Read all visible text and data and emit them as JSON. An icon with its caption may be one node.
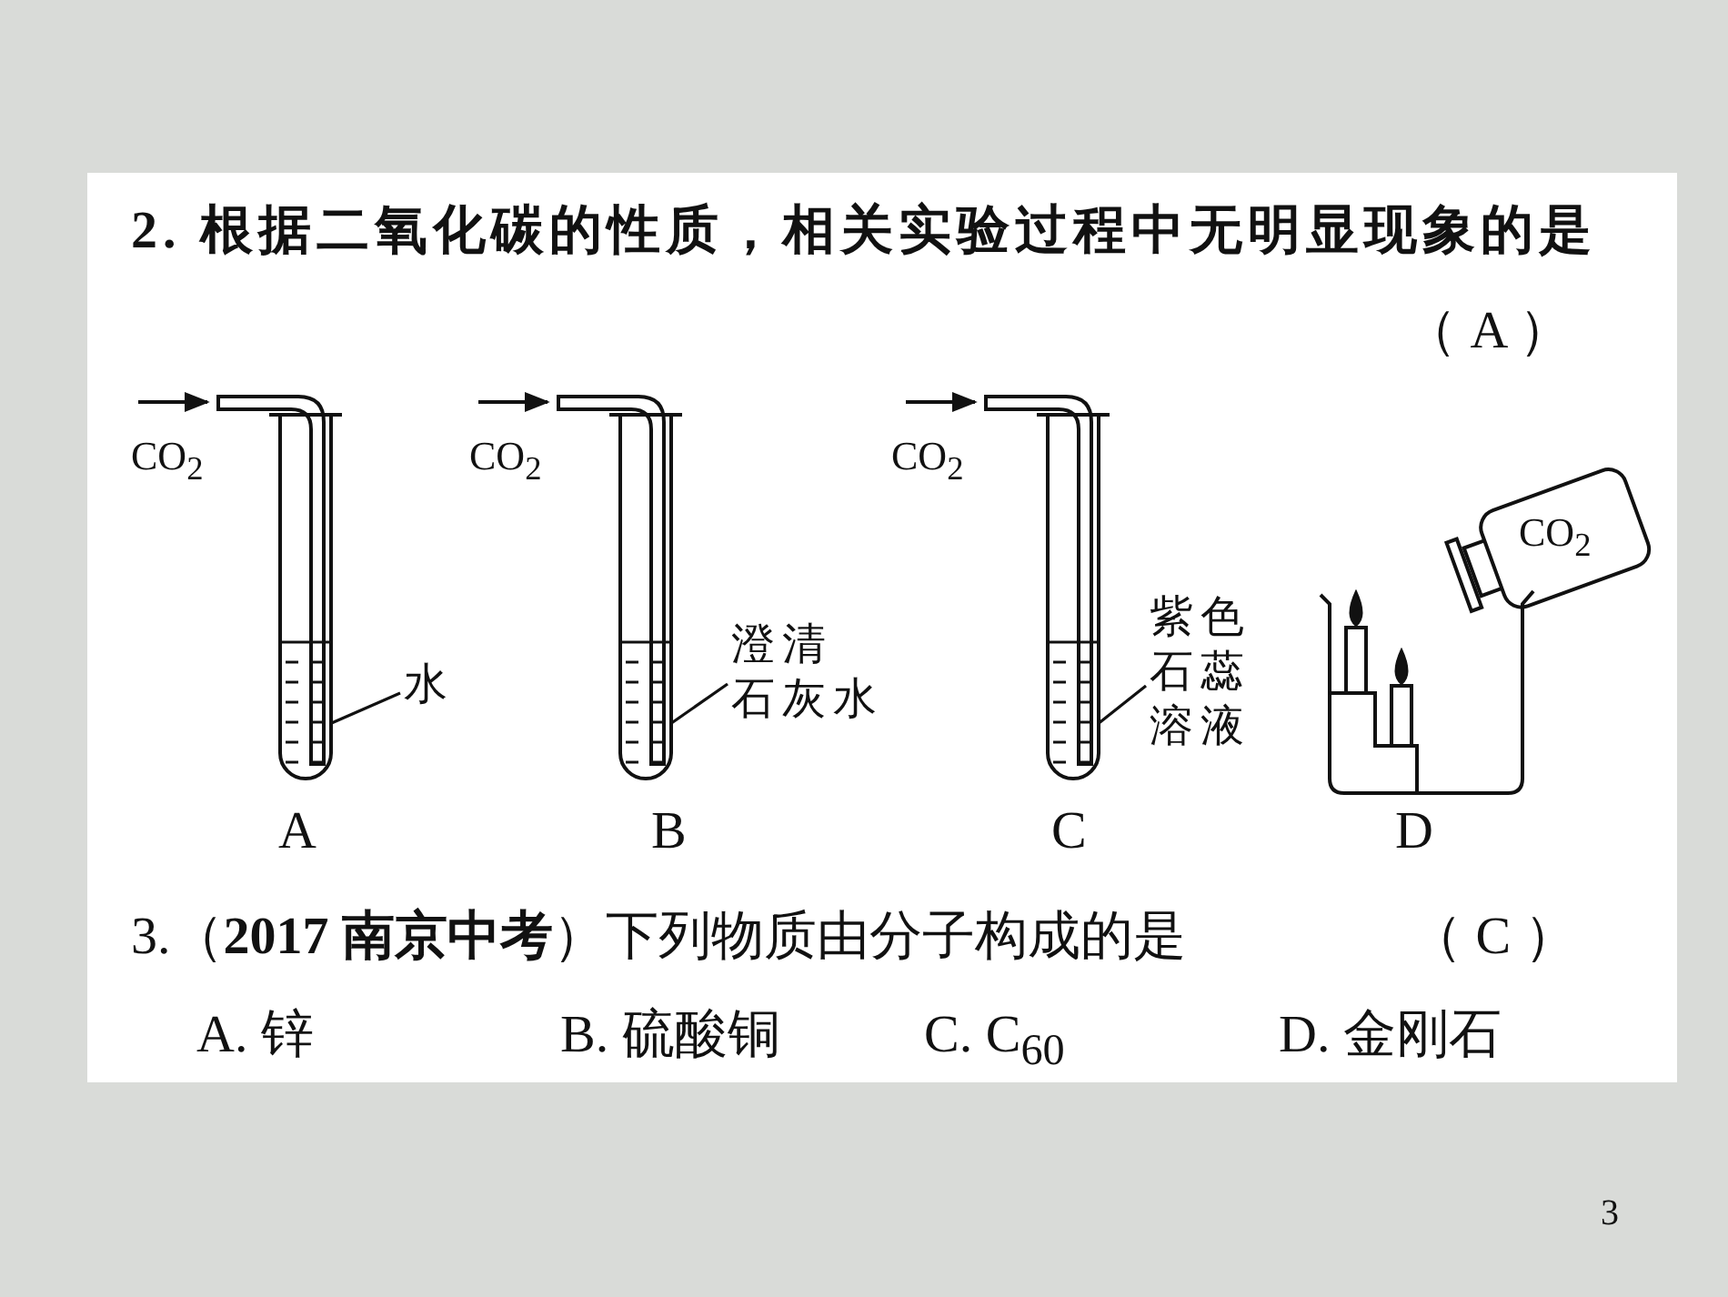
{
  "diagram": {
    "nodes": [
      {
        "text": [
          "水"
        ]
      },
      {
        "text": [],
        "shape": "picture"
      },
      {
        "text": [
          "澄清石灰水"
        ]
      },
      {
        "text": [],
        "shape": "picture"
      },
      {
        "text": [
          "紫色石蕊溶液"
        ]
      },
      {
        "text": [],
        "shape": "picture"
      }
    ],
    "edges": [
      {
        "from": 0,
        "to": 1,
        "arrow": "none"
      },
      {
        "from": 2,
        "to": 3,
        "arrow": "none"
      },
      {
        "from": 4,
        "to": 5,
        "arrow": "none"
      }
    ],
    "labels": [
      "2. 根据二氧化碳的性质，相关实验过程中无明显现象的是",
      "（ A ）",
      "CO$_{2}$",
      "CO$_{2}$",
      "CO$_{2}$",
      "CO$_{2}$",
      "A",
      "B",
      "C",
      "D",
      "3.（**2017 南京中考**）下列物质由分子构成的是",
      "（ C ）",
      "A. 锌",
      "B. 硫酸铜",
      "C. C$_{60}$",
      "D. 金刚石",
      "3"
    ]
  }
}
